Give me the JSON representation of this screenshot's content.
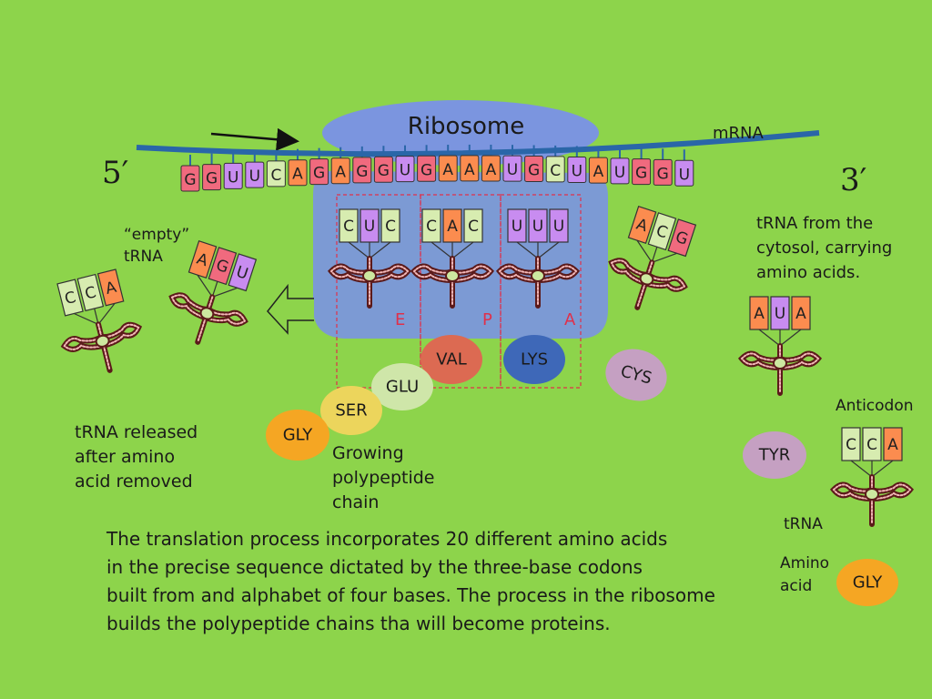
{
  "colors": {
    "background": "#8dd44b",
    "ribosome": "#7b95df",
    "mrna_line": "#2a66a8",
    "base": {
      "G": "#f06a7e",
      "U": "#c88cf0",
      "C": "#d7ecb0",
      "A": "#fb8c4f"
    }
  },
  "ribosome_label": "Ribosome",
  "mrna_label": "mRNA",
  "five_prime": "5′",
  "three_prime": "3′",
  "mrna_sequence": [
    "G",
    "G",
    "U",
    "U",
    "C",
    "A",
    "G",
    "A",
    "G",
    "G",
    "U",
    "G",
    "A",
    "A",
    "A",
    "U",
    "G",
    "C",
    "U",
    "A",
    "U",
    "G",
    "G",
    "U"
  ],
  "sites": {
    "e": "E",
    "p": "P",
    "a": "A"
  },
  "trnas": {
    "e_site": [
      "C",
      "U",
      "C"
    ],
    "p_site": [
      "C",
      "A",
      "C"
    ],
    "a_site": [
      "U",
      "U",
      "U"
    ],
    "empty_1": [
      "C",
      "C",
      "A"
    ],
    "empty_2": [
      "A",
      "G",
      "U"
    ],
    "incoming_cys": [
      "A",
      "C",
      "G"
    ],
    "incoming_tyr": [
      "A",
      "U",
      "A"
    ],
    "legend": [
      "C",
      "C",
      "A"
    ]
  },
  "amino_acids": {
    "val": "VAL",
    "lys": "LYS",
    "glu": "GLU",
    "ser": "SER",
    "gly": "GLY",
    "cys": "CYS",
    "tyr": "TYR",
    "legend_gly": "GLY"
  },
  "labels": {
    "empty_trna": [
      "“empty”",
      "tRNA"
    ],
    "released": [
      "tRNA released",
      "after amino",
      "acid removed"
    ],
    "growing": [
      "Growing",
      "polypeptide",
      "chain"
    ],
    "from_cytosol": [
      "tRNA from the",
      "cytosol, carrying",
      "amino acids."
    ],
    "anticodon": "Anticodon",
    "trna": "tRNA",
    "amino_acid": [
      "Amino",
      "acid"
    ]
  },
  "caption": [
    "The translation process incorporates 20 different amino acids",
    "in the precise sequence dictated by the three-base codons",
    "built from and alphabet of four bases. The process in the ribosome",
    "builds the polypeptide chains tha will become proteins."
  ]
}
